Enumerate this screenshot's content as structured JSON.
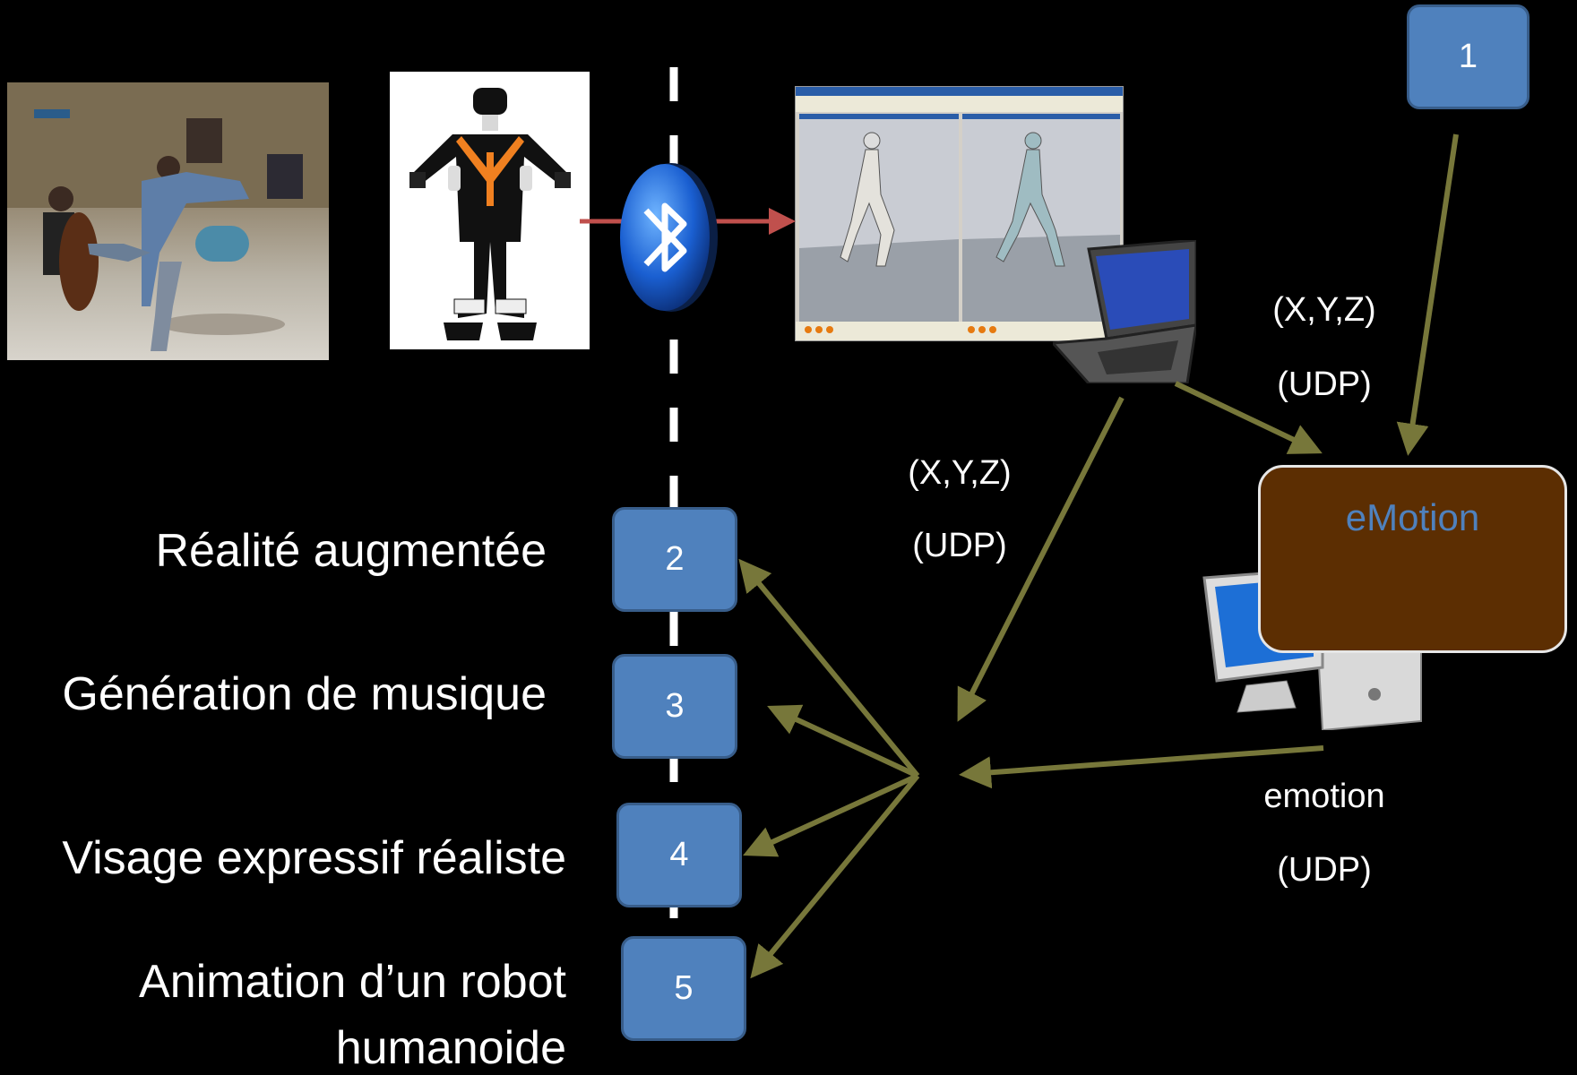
{
  "boxes": {
    "b1": "1",
    "b2": "2",
    "b3": "3",
    "b4": "4",
    "b5": "5"
  },
  "labels": {
    "ar": "Réalité augmentée",
    "music": "Génération de musique",
    "face": "Visage expressif réaliste",
    "robot_line1": "Animation d’un robot",
    "robot_line2": "humanoide"
  },
  "network": {
    "xyz_right": "(X,Y,Z)",
    "udp_right": "(UDP)",
    "xyz_mid": "(X,Y,Z)",
    "udp_mid": "(UDP)",
    "emotion": "emotion",
    "udp_emotion": "(UDP)"
  },
  "emotion_box": {
    "label": "eMotion"
  },
  "colors": {
    "arrow": "#77773a",
    "red_arrow": "#c0504d",
    "box_fill": "#4f81bd",
    "emotion_fill": "#5c2e02"
  },
  "icons": [
    "dancer-photo",
    "motion-suit",
    "bluetooth-icon",
    "mocap-software-screenshot",
    "laptop-icon",
    "desktop-computer-icon"
  ]
}
